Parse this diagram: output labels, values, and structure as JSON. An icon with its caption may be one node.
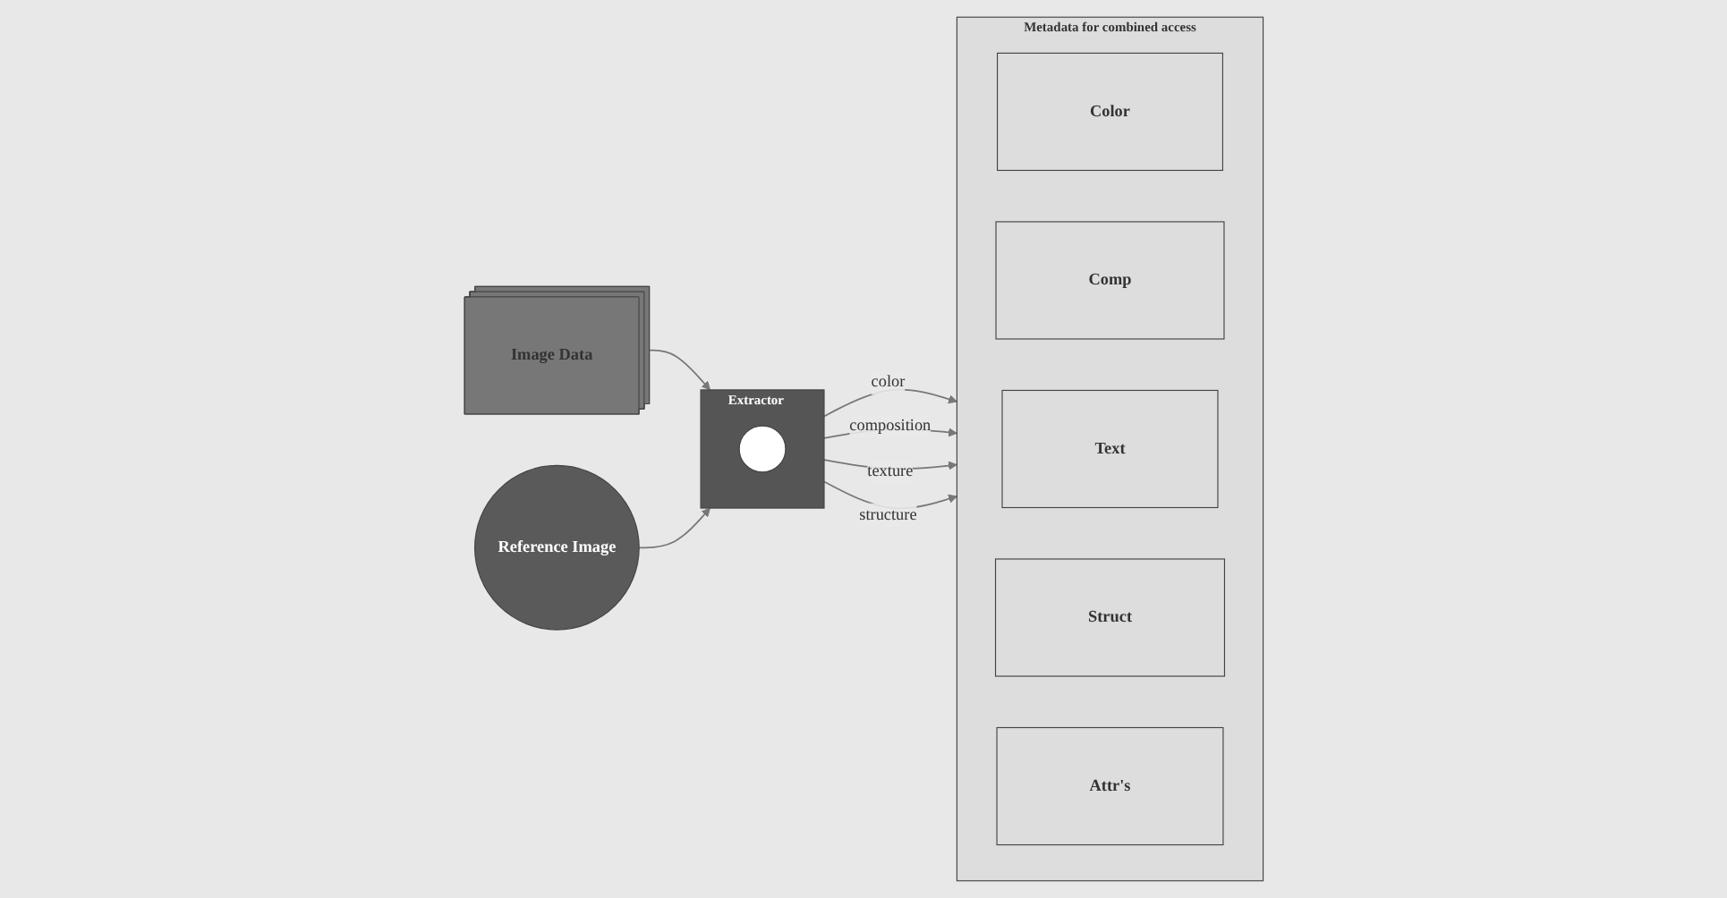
{
  "diagram": {
    "nodes": [
      {
        "text": [
          "Image Data"
        ]
      },
      {
        "text": [
          "Extractor"
        ]
      },
      {
        "text": [],
        "shape": "circle",
        "in": 1
      },
      {
        "text": [
          "Reference Image"
        ]
      },
      {
        "text": [
          "Metadata for combined access"
        ]
      },
      {
        "text": [
          "Color"
        ],
        "in": 4
      },
      {
        "text": [
          "Comp"
        ],
        "in": 4
      },
      {
        "text": [
          "Text"
        ],
        "in": 4
      },
      {
        "text": [
          "Struct"
        ],
        "in": 4
      },
      {
        "text": [
          "Attr's"
        ],
        "in": 4
      }
    ],
    "edges": [
      {
        "from": 0,
        "to": 1,
        "arrow": "to"
      },
      {
        "from": 1,
        "to": 4,
        "label": "color",
        "arrow": "to"
      },
      {
        "from": 1,
        "to": 4,
        "label": "composition",
        "arrow": "to"
      },
      {
        "from": 1,
        "to": 4,
        "label": "texture",
        "arrow": "to"
      },
      {
        "from": 1,
        "to": 4,
        "label": "structure",
        "arrow": "to"
      },
      {
        "from": 3,
        "to": 1,
        "arrow": "to"
      }
    ]
  }
}
